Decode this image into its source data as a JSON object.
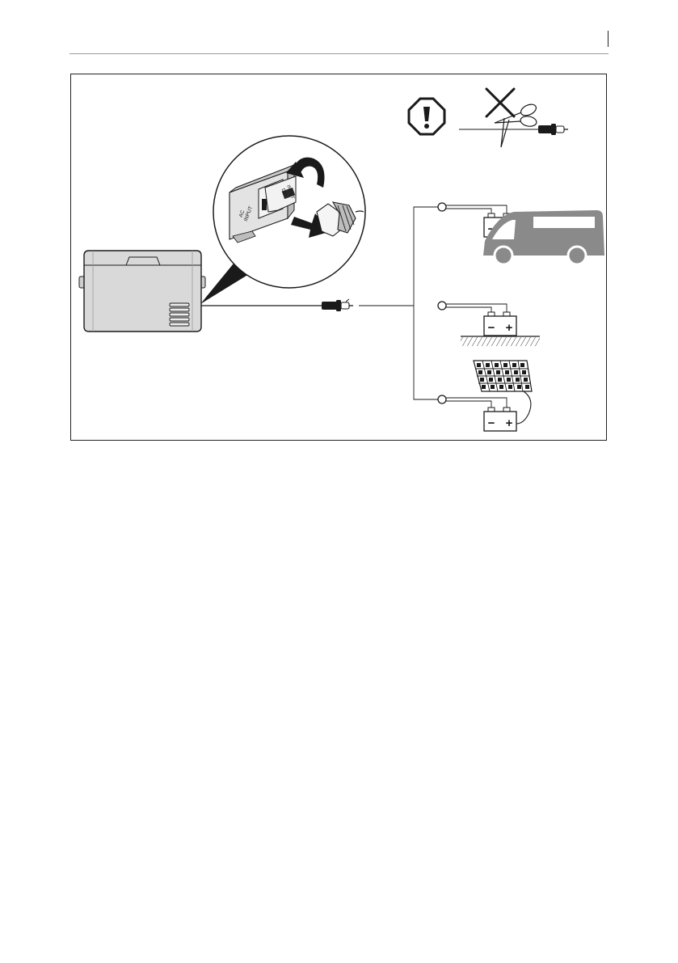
{
  "figure": {
    "socket_labels": {
      "ac": [
        "AC",
        "INPUT"
      ],
      "dc": [
        "DC",
        "INPUT"
      ]
    },
    "battery_labels": {
      "minus": "−",
      "plus": "+"
    },
    "icons": [
      "warning-icon",
      "scissors-icon",
      "cross-icon",
      "cigarette-plug-icon",
      "van-icon",
      "solar-panel-icon",
      "battery-icon",
      "ground-hatch",
      "cooler-box",
      "rotate-arrow-icon",
      "insert-arrow-icon"
    ],
    "colors": {
      "line": "#1a1a1a",
      "device_fill": "#d9d9d9",
      "van_fill": "#8a8a8a"
    }
  }
}
